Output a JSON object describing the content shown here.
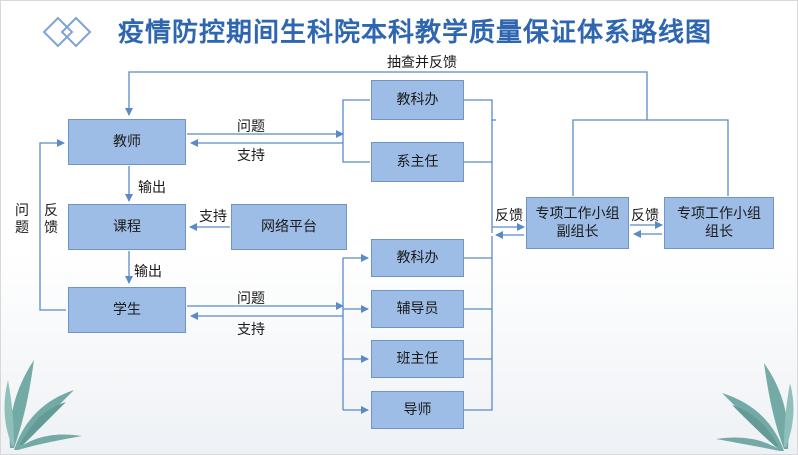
{
  "title": "疫情防控期间生科院本科教学质量保证体系路线图",
  "boxes": {
    "teacher": "教师",
    "course": "课程",
    "student": "学生",
    "platform": "网络平台",
    "office_top": "教科办",
    "dept_head": "系主任",
    "office_bottom": "教科办",
    "counselor": "辅导员",
    "class_teacher": "班主任",
    "tutor": "导师",
    "deputy_leader": "专项工作小组副组长",
    "leader": "专项工作小组组长"
  },
  "labels": {
    "sample_feedback": "抽查并反馈",
    "question_top": "问题",
    "support_top": "支持",
    "output_1": "输出",
    "output_2": "输出",
    "support_platform": "支持",
    "question_bottom": "问题",
    "support_bottom": "支持",
    "left_question": "问题",
    "left_feedback": "反馈",
    "feedback_mid": "反馈",
    "feedback_right": "反馈"
  },
  "colors": {
    "title": "#2e66b0",
    "box_fill": "#9dbde6",
    "box_border": "#6f95c8",
    "line": "#5b8ac8"
  }
}
